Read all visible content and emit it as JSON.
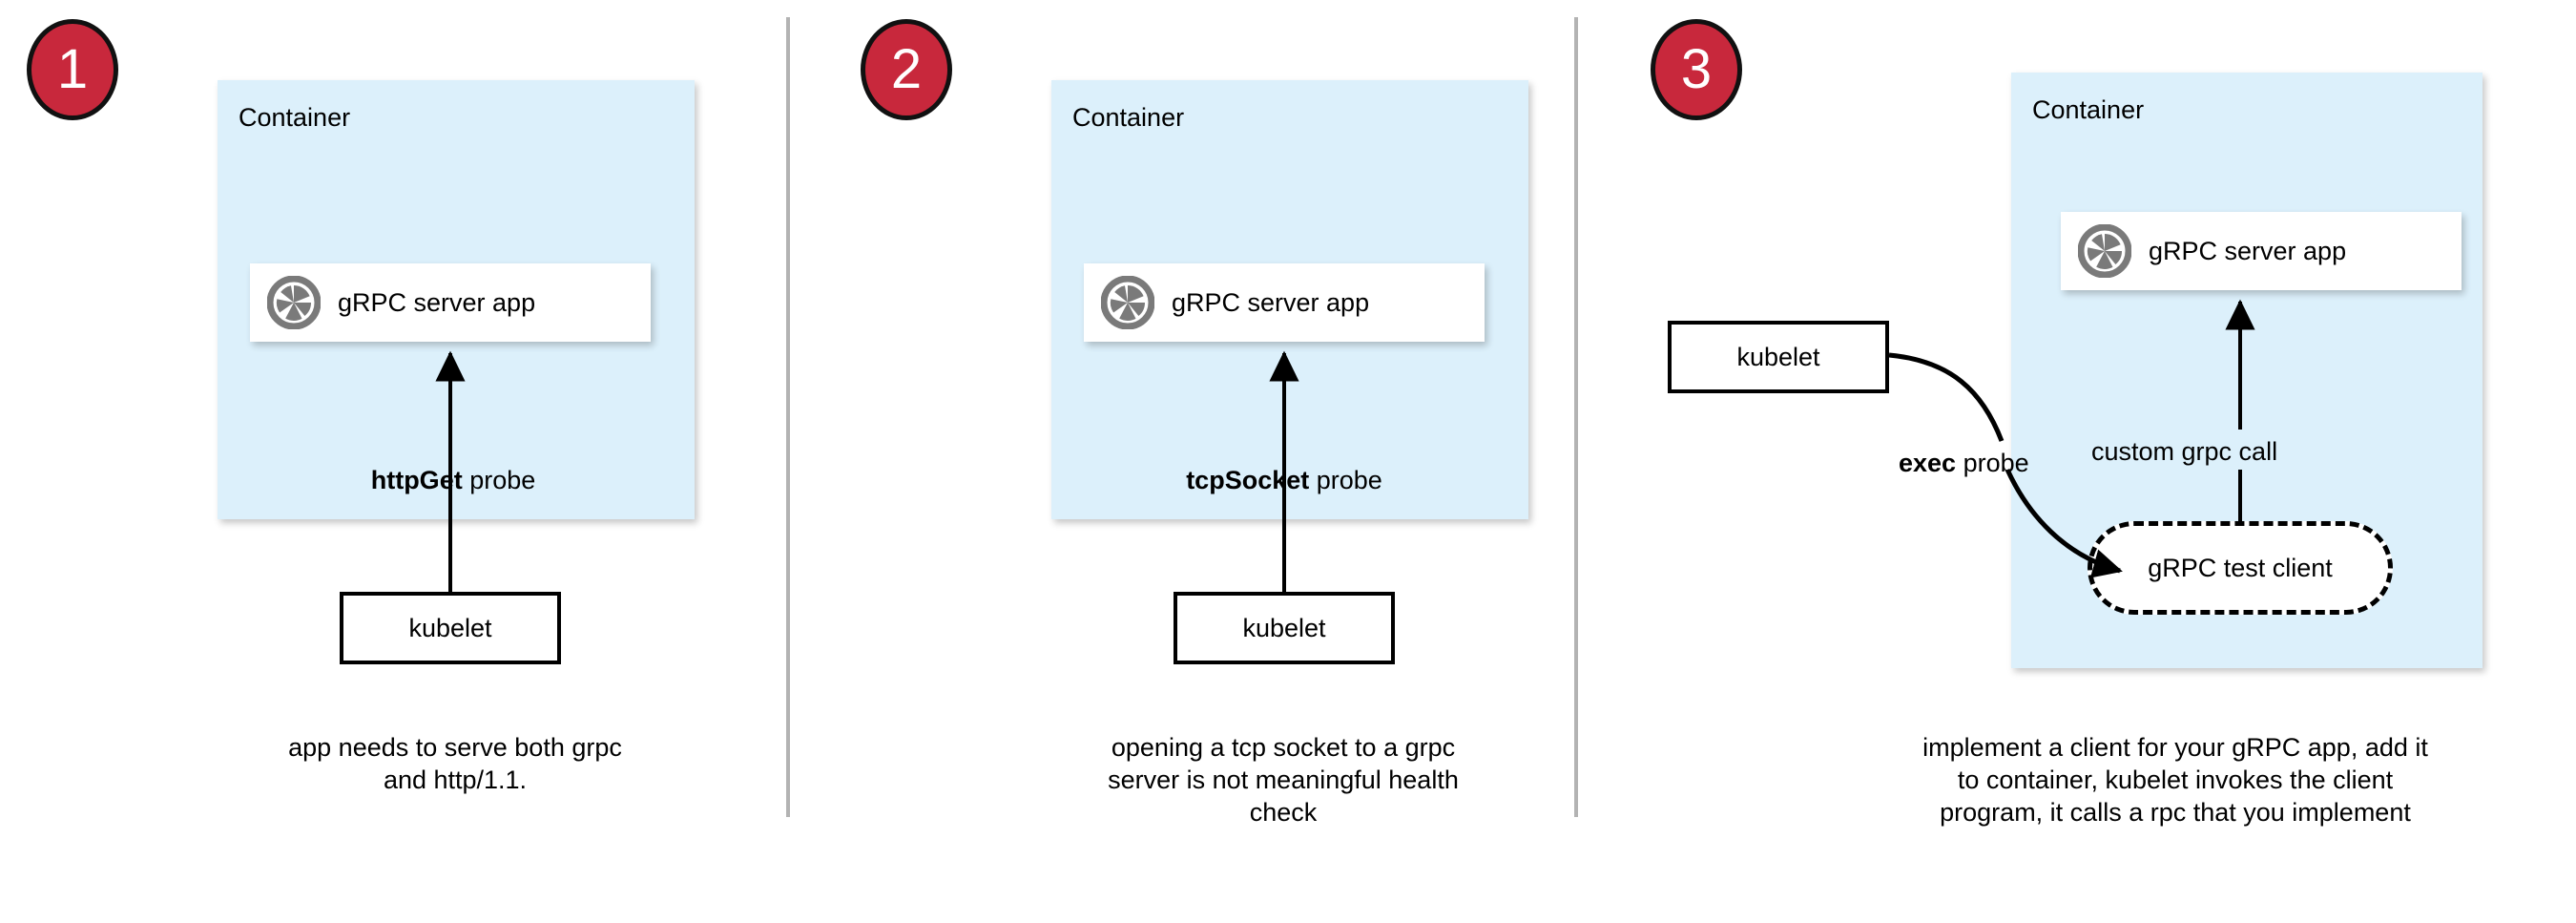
{
  "diagram": {
    "title_present": false,
    "colors": {
      "badge_fill": "#C8283C",
      "badge_stroke": "#111111",
      "container_fill": "#DCF0FB",
      "card_fill": "#FFFFFF",
      "icon_grey": "#7A7A7A",
      "divider": "#B3B3B3",
      "stroke": "#000000"
    },
    "panels": [
      {
        "step": "1",
        "container_label": "Container",
        "app_card": {
          "label": "gRPC server app",
          "icon": "grpc-aperture-icon"
        },
        "probe_label_bold": "httpGet",
        "probe_label_rest": " probe",
        "kubelet_label": "kubelet",
        "caption_lines": [
          "app needs to serve both grpc",
          "and http/1.1."
        ]
      },
      {
        "step": "2",
        "container_label": "Container",
        "app_card": {
          "label": "gRPC server app",
          "icon": "grpc-aperture-icon"
        },
        "probe_label_bold": "tcpSocket",
        "probe_label_rest": " probe",
        "kubelet_label": "kubelet",
        "caption_lines": [
          "opening a tcp socket to a grpc",
          "server is not meaningful health",
          "check"
        ]
      },
      {
        "step": "3",
        "container_label": "Container",
        "app_card": {
          "label": "gRPC server app",
          "icon": "grpc-aperture-icon"
        },
        "probe_label_bold": "exec",
        "probe_label_rest": " probe",
        "kubelet_label": "kubelet",
        "test_client_label": "gRPC test client",
        "inner_edge_label": "custom grpc call",
        "caption_lines": [
          "implement a client for your gRPC app, add it",
          "to container, kubelet invokes the client",
          "program, it calls a rpc that you implement"
        ]
      }
    ]
  }
}
